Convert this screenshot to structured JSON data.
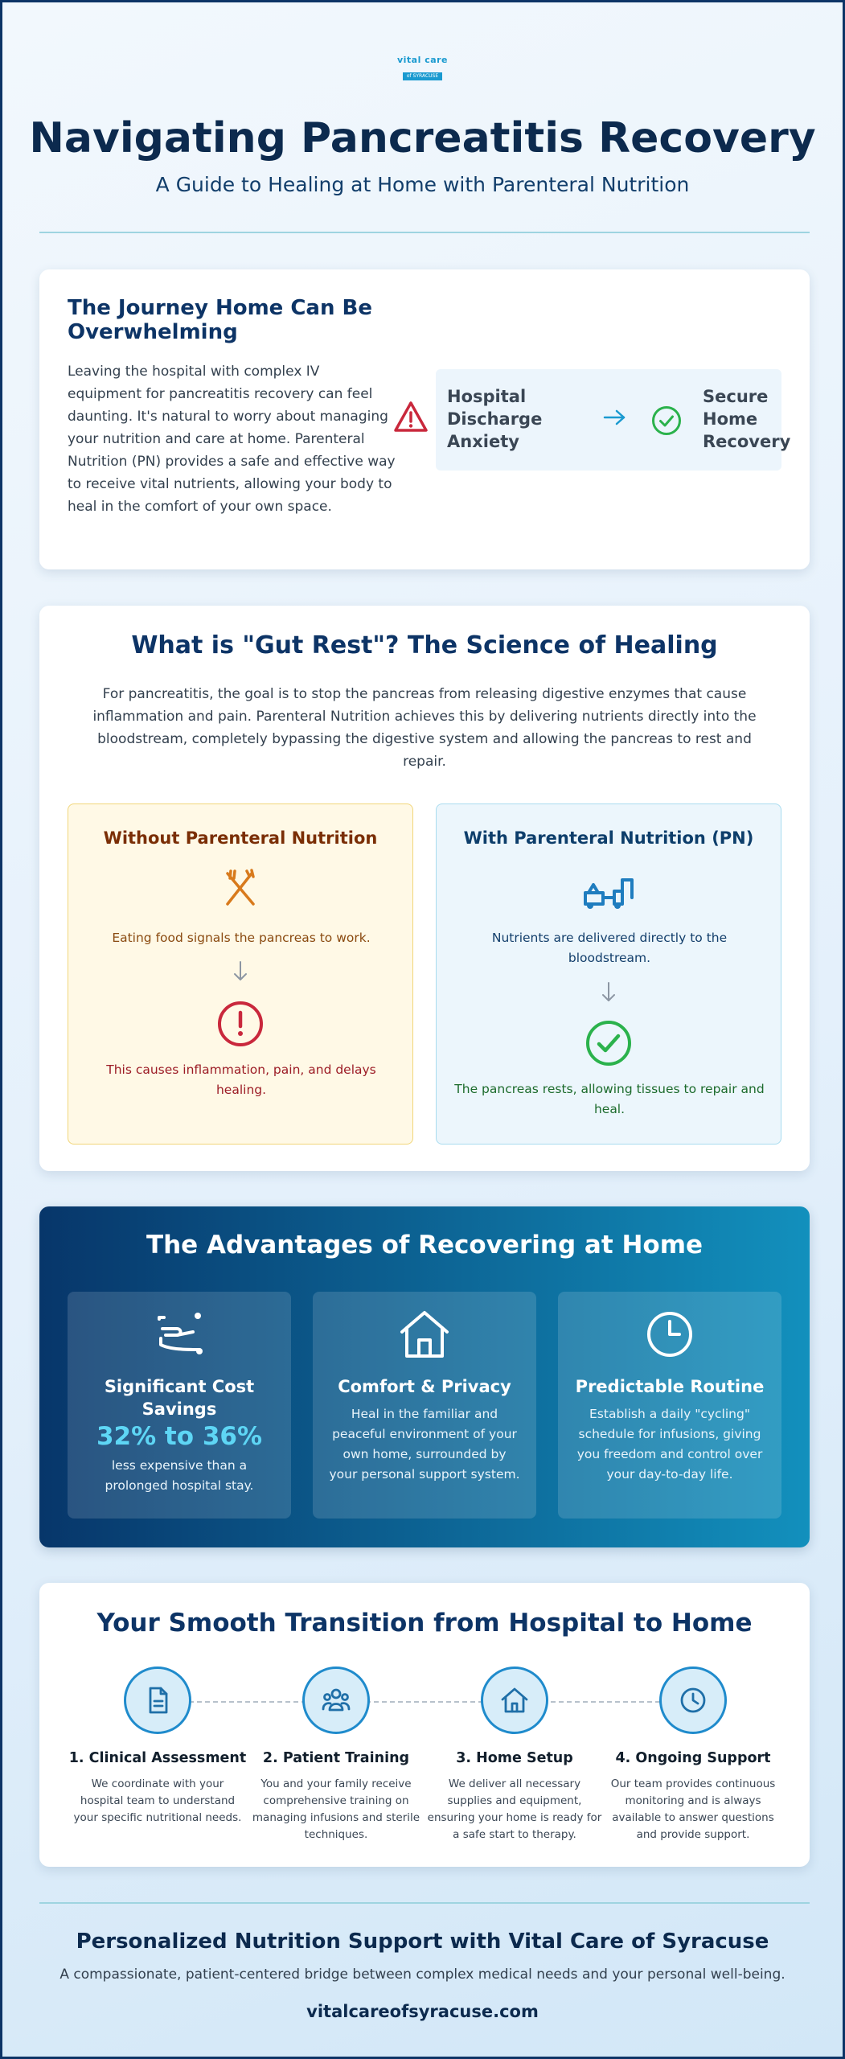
{
  "header": {
    "logo_line1": "vital care",
    "logo_line2": "of SYRACUSE",
    "title": "Navigating Pancreatitis Recovery",
    "subtitle": "A Guide to Healing at Home with Parenteral Nutrition"
  },
  "journey": {
    "title": "The Journey Home Can Be Overwhelming",
    "text": "Leaving the hospital with complex IV equipment for pancreatitis recovery can feel daunting. It's natural to worry about managing your nutrition and care at home. Parenteral Nutrition (PN) provides a safe and effective way to receive vital nutrients, allowing your body to heal in the comfort of your own space.",
    "from_label": "Hospital Discharge Anxiety",
    "to_label": "Secure Home Recovery",
    "icons": [
      "warning-icon",
      "arrow-right-icon",
      "check-circle-icon"
    ]
  },
  "gut_rest": {
    "title": "What is \"Gut Rest\"? The Science of Healing",
    "text": "For pancreatitis, the goal is to stop the pancreas from releasing digestive enzymes that cause inflammation and pain. Parenteral Nutrition achieves this by delivering nutrients directly into the bloodstream, completely bypassing the digestive system and allowing the pancreas to rest and repair.",
    "without": {
      "title": "Without Parenteral Nutrition",
      "step1": "Eating food signals the pancreas to work.",
      "step2": "This causes inflammation, pain, and delays healing.",
      "icons": [
        "utensils-crossed-icon",
        "arrow-down-icon",
        "alert-circle-icon"
      ]
    },
    "with": {
      "title": "With Parenteral Nutrition (PN)",
      "step1": "Nutrients are delivered directly to the bloodstream.",
      "step2": "The pancreas rests, allowing tissues to repair and heal.",
      "icons": [
        "iv-line-icon",
        "arrow-down-icon",
        "check-circle-icon"
      ]
    }
  },
  "advantages": {
    "title": "The Advantages of Recovering at Home",
    "items": [
      {
        "name": "Significant Cost Savings",
        "stat": "32% to 36%",
        "desc": "less expensive than a prolonged hospital stay.",
        "icon": "hand-coins-icon"
      },
      {
        "name": "Comfort & Privacy",
        "desc": "Heal in the familiar and peaceful environment of your own home, surrounded by your personal support system.",
        "icon": "home-icon"
      },
      {
        "name": "Predictable Routine",
        "desc": "Establish a daily \"cycling\" schedule for infusions, giving you freedom and control over your day-to-day life.",
        "icon": "clock-icon"
      }
    ]
  },
  "transition": {
    "title": "Your Smooth Transition from Hospital to Home",
    "steps": [
      {
        "name": "1. Clinical Assessment",
        "desc": "We coordinate with your hospital team to understand your specific nutritional needs.",
        "icon": "document-icon"
      },
      {
        "name": "2. Patient Training",
        "desc": "You and your family receive comprehensive training on managing infusions and sterile techniques.",
        "icon": "users-icon"
      },
      {
        "name": "3. Home Setup",
        "desc": "We deliver all necessary supplies and equipment, ensuring your home is ready for a safe start to therapy.",
        "icon": "home-icon"
      },
      {
        "name": "4. Ongoing Support",
        "desc": "Our team provides continuous monitoring and is always available to answer questions and provide support.",
        "icon": "clock-icon"
      }
    ]
  },
  "footer": {
    "title": "Personalized Nutrition Support with Vital Care of Syracuse",
    "text": "A compassionate, patient-centered bridge between complex medical needs and your personal well-being.",
    "url": "vitalcareofsyracuse.com"
  },
  "colors": {
    "navy": "#0d3466",
    "accent": "#1a9ad0",
    "warning": "#c9283c",
    "success": "#2bb24c",
    "amber": "#d87a1c",
    "highlight": "#5ed6f5"
  }
}
